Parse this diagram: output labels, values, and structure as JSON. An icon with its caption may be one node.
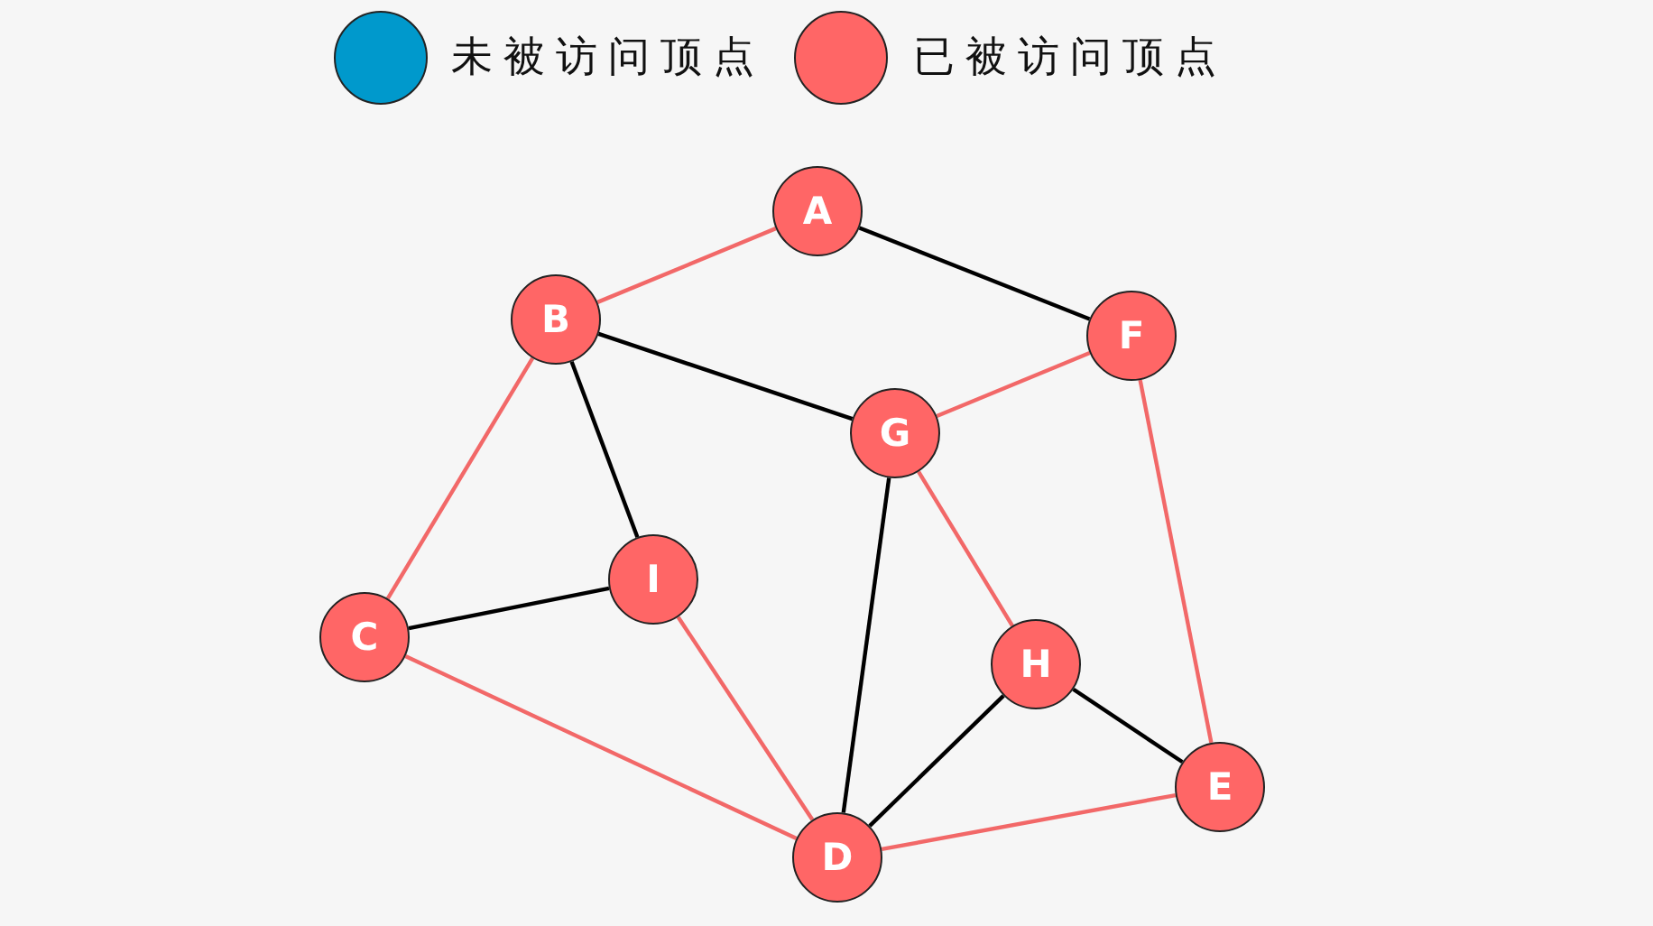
{
  "diagram": {
    "nodes": [
      {
        "text": [
          "A"
        ]
      },
      {
        "text": [
          "B"
        ]
      },
      {
        "text": [
          "F"
        ]
      },
      {
        "text": [
          "G"
        ]
      },
      {
        "text": [
          "I"
        ]
      },
      {
        "text": [
          "C"
        ]
      },
      {
        "text": [
          "H"
        ]
      },
      {
        "text": [
          "E"
        ]
      },
      {
        "text": [
          "D"
        ]
      }
    ],
    "edges": [
      {
        "from": 0,
        "to": 1,
        "arrow": "none"
      },
      {
        "from": 0,
        "to": 2,
        "arrow": "none",
        "color": "#000000"
      },
      {
        "from": 1,
        "to": 3,
        "arrow": "none",
        "color": "#000000"
      },
      {
        "from": 1,
        "to": 4,
        "arrow": "none",
        "color": "#000000"
      },
      {
        "from": 1,
        "to": 5,
        "arrow": "none"
      },
      {
        "from": 2,
        "to": 3,
        "arrow": "none"
      },
      {
        "from": 2,
        "to": 7,
        "arrow": "none"
      },
      {
        "from": 3,
        "to": 8,
        "arrow": "none",
        "color": "#000000"
      },
      {
        "from": 3,
        "to": 6,
        "arrow": "none"
      },
      {
        "from": 4,
        "to": 5,
        "arrow": "none",
        "color": "#000000"
      },
      {
        "from": 4,
        "to": 8,
        "arrow": "none"
      },
      {
        "from": 5,
        "to": 8,
        "arrow": "none"
      },
      {
        "from": 6,
        "to": 8,
        "arrow": "none",
        "color": "#000000"
      },
      {
        "from": 6,
        "to": 7,
        "arrow": "none",
        "color": "#000000"
      },
      {
        "from": 8,
        "to": 7,
        "arrow": "none"
      }
    ],
    "legend": [
      {
        "text": "未被访问顶点",
        "color": "#0099cc"
      },
      {
        "text": "已被访问顶点",
        "color": "#ff6666"
      }
    ]
  }
}
